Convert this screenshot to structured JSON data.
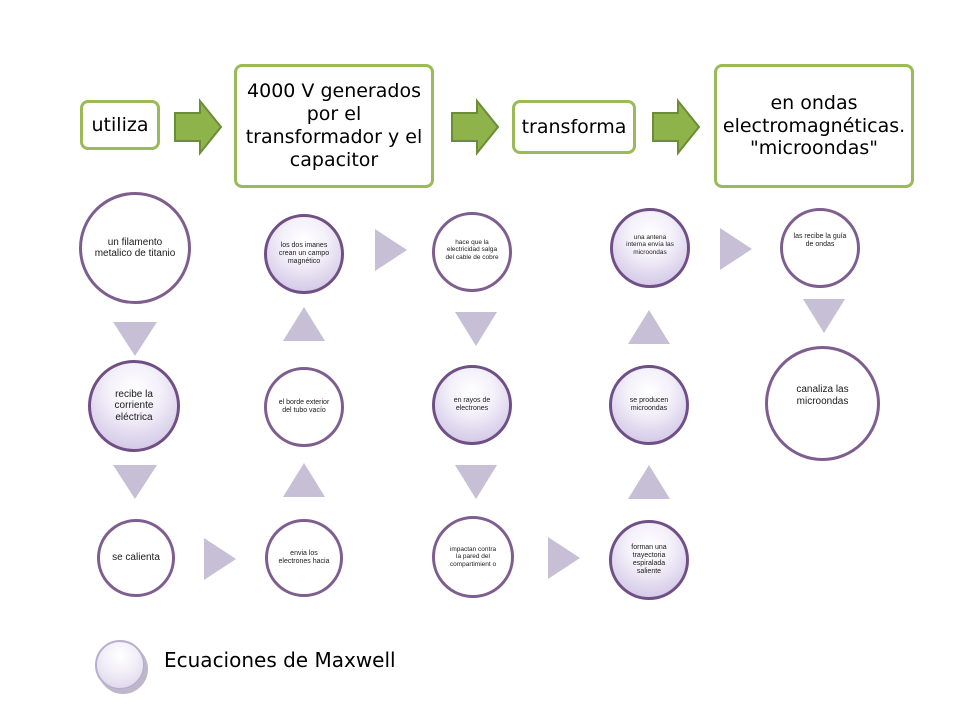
{
  "top_flow": {
    "box1": "utiliza",
    "box2": "4000 V generados por el transformador y el capacitor",
    "box3": "transforma",
    "box4": "en ondas electromagnéticas. \"microondas\""
  },
  "circles": {
    "c1": "un filamento metalico de titanio",
    "c2": "recibe la corriente eléctrica",
    "c3": "se calienta",
    "c4": "envia los electrones hacia",
    "c5": "el borde exterior del tubo vacío",
    "c6": "los dos imanes crean un campo magnético",
    "c7": "hace que la electricidad salga del cable de cobre",
    "c8": "en rayos de electrones",
    "c9": "impactan contra la pared del compartimient o",
    "c10": "forman una trayectoria espiralada saliente",
    "c11": "se producen microondas",
    "c12": "una antena interna envía las microondas",
    "c13": "las recibe la guía de ondas",
    "c14": "canaliza las microondas"
  },
  "legend": {
    "label": "Ecuaciones de Maxwell"
  },
  "colors": {
    "green_accent": "#9bbb59",
    "arrow_green": "#8db34a",
    "purple_border": "#7d5e8e",
    "triangle": "#c6bfd5"
  }
}
